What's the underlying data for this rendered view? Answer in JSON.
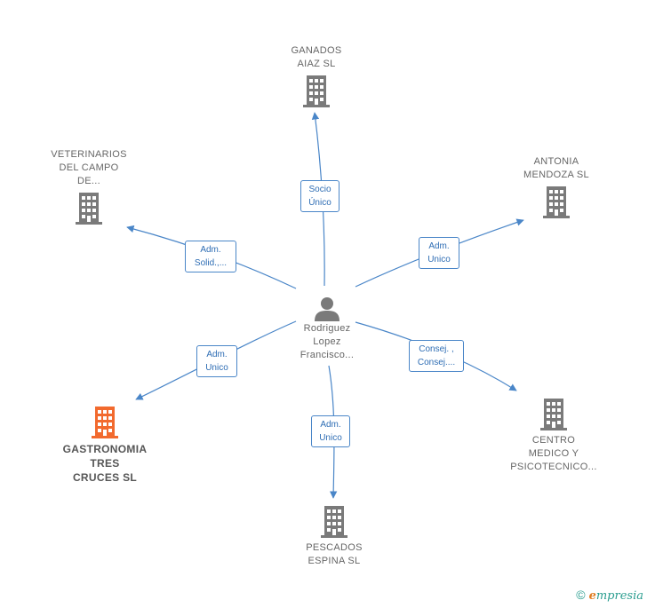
{
  "center": {
    "label": "Rodriguez\nLopez\nFrancisco..."
  },
  "companies": [
    {
      "id": "ganados",
      "label": "GANADOS\nAIAZ  SL",
      "highlight": false
    },
    {
      "id": "veterinarios",
      "label": "VETERINARIOS\nDEL CAMPO\nDE...",
      "highlight": false
    },
    {
      "id": "antonia",
      "label": "ANTONIA\nMENDOZA  SL",
      "highlight": false
    },
    {
      "id": "gastronomia",
      "label": "GASTRONOMIA\nTRES\nCRUCES  SL",
      "highlight": true
    },
    {
      "id": "centro",
      "label": "CENTRO\nMEDICO Y\nPSICOTECNICO...",
      "highlight": false
    },
    {
      "id": "pescados",
      "label": "PESCADOS\nESPINA  SL",
      "highlight": false
    }
  ],
  "relations": [
    {
      "target": "ganados",
      "label": "Socio\nÚnico"
    },
    {
      "target": "veterinarios",
      "label": "Adm.\nSolid.,..."
    },
    {
      "target": "antonia",
      "label": "Adm.\nUnico"
    },
    {
      "target": "gastronomia",
      "label": "Adm.\nUnico"
    },
    {
      "target": "centro",
      "label": "Consej. ,\nConsej...."
    },
    {
      "target": "pescados",
      "label": "Adm.\nUnico"
    }
  ],
  "colors": {
    "line": "#4a86c8",
    "building": "#7a7a7a",
    "building_highlight": "#f26a2e",
    "person": "#7a7a7a"
  },
  "footer": {
    "copyright": "©",
    "brand_e": "e",
    "brand_rest": "mpresia"
  }
}
